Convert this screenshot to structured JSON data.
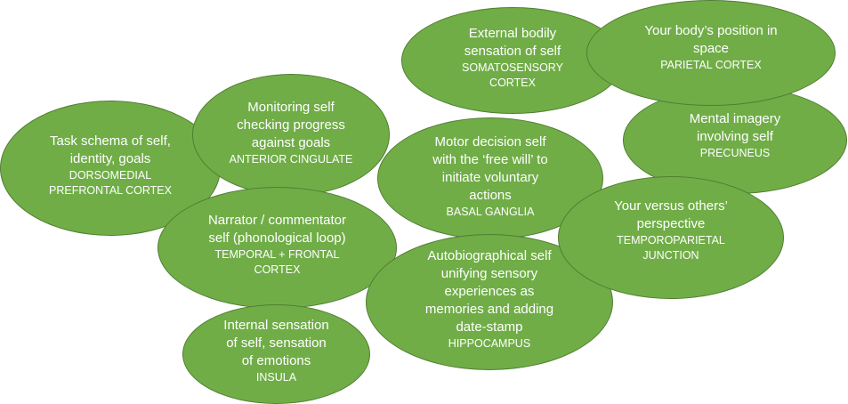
{
  "diagram": {
    "fill_color": "#70ad47",
    "border_color": "#507e32",
    "text_color": "#ffffff",
    "nodes": [
      {
        "id": "task",
        "description": "Task schema of self,\nidentity, goals",
        "region": "DORSOMEDIAL\nPREFRONTAL CORTEX"
      },
      {
        "id": "monitor",
        "description": "Monitoring self\nchecking progress\nagainst goals",
        "region": "ANTERIOR CINGULATE"
      },
      {
        "id": "external",
        "description": "External bodily\nsensation of self",
        "region": "SOMATOSENSORY\nCORTEX"
      },
      {
        "id": "parietal",
        "description": "Your body’s position in\nspace",
        "region": "PARIETAL CORTEX"
      },
      {
        "id": "mental",
        "description": "Mental imagery\ninvolving self",
        "region": "PRECUNEUS"
      },
      {
        "id": "motor",
        "description": "Motor decision self\nwith the ‘free will’ to\ninitiate voluntary\nactions",
        "region": "BASAL GANGLIA"
      },
      {
        "id": "perspective",
        "description": "Your versus others’\nperspective",
        "region": "TEMPOROPARIETAL\nJUNCTION"
      },
      {
        "id": "narrator",
        "description": "Narrator / commentator\nself  (phonological loop)",
        "region": "TEMPORAL + FRONTAL\nCORTEX"
      },
      {
        "id": "autobio",
        "description": "Autobiographical self\nunifying sensory\nexperiences as\nmemories and adding\ndate-stamp",
        "region": "HIPPOCAMPUS"
      },
      {
        "id": "internal",
        "description": "Internal sensation\nof self, sensation\nof emotions",
        "region": "INSULA"
      }
    ]
  }
}
